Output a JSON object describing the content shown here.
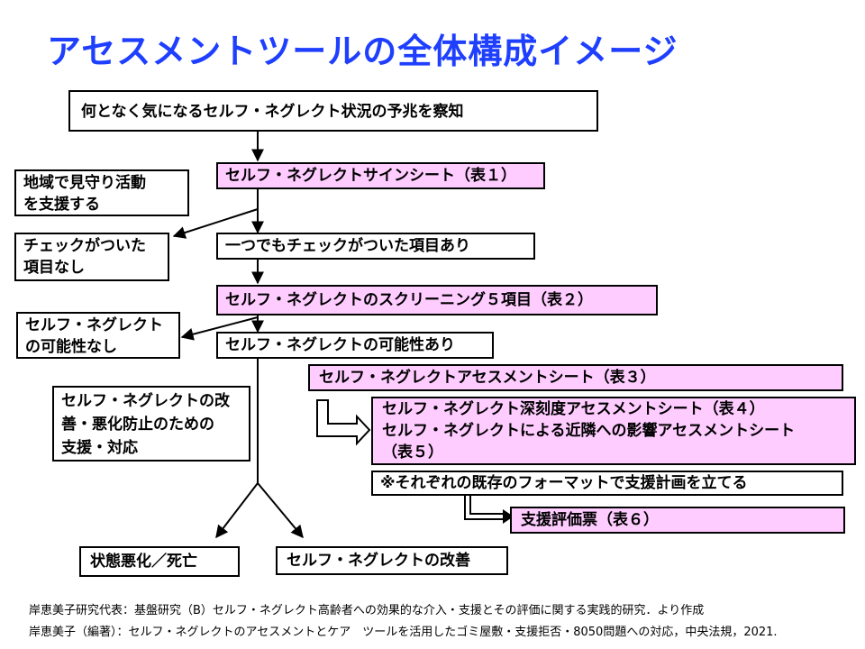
{
  "title": "アセスメントツールの全体構成イメージ",
  "nodes": {
    "detect": "何となく気になるセルフ・ネグレクト状況の予兆を察知",
    "watch_line1": "地域で見守り活動",
    "watch_line2": "を支援する",
    "sign_sheet": "セルフ・ネグレクトサインシート（表１）",
    "no_check_line1": "チェックがついた",
    "no_check_line2": "項目なし",
    "has_check": "一つでもチェックがついた項目あり",
    "screening": "セルフ・ネグレクトのスクリーニング５項目（表２）",
    "no_possibility_line1": "セルフ・ネグレクト",
    "no_possibility_line2": "の可能性なし",
    "has_possibility": "セルフ・ネグレクトの可能性あり",
    "assessment_sheet": "セルフ・ネグレクトアセスメントシート（表３）",
    "severity_line1": "セルフ・ネグレクト深刻度アセスメントシート（表４）",
    "severity_line2": "セルフ・ネグレクトによる近隣への影響アセスメントシート",
    "severity_line3": "（表５）",
    "support_plan": "※それぞれの既存のフォーマットで支援計画を立てる",
    "evaluation": "支援評価票（表６）",
    "prevent_line1": "セルフ・ネグレクトの改",
    "prevent_line2": "善・悪化防止のための",
    "prevent_line3": "支援・対応",
    "worsened": "状態悪化／死亡",
    "improved": "セルフ・ネグレクトの改善"
  },
  "footer": {
    "line1": "岸恵美子研究代表：基盤研究（B）セルフ・ネグレクト高齢者への効果的な介入・支援とその評価に関する実践的研究．より作成",
    "line2": "岸恵美子（編著）：セルフ・ネグレクトのアセスメントとケア　ツールを活用したゴミ屋敷・支援拒否・8050問題への対応，中央法規，2021."
  },
  "colors": {
    "title": "#1f3fff",
    "highlight": "#ffccff",
    "line": "#000000"
  }
}
